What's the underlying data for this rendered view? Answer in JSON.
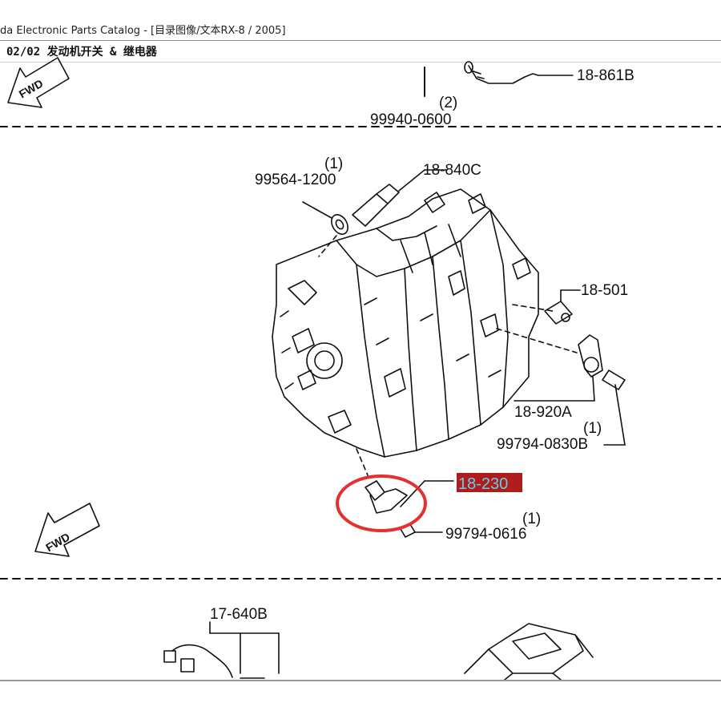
{
  "window": {
    "title": "da Electronic Parts Catalog - [目录图像/文本RX-8 / 2005]"
  },
  "section": {
    "title": "02/02 发动机开关 & 继电器"
  },
  "callouts": {
    "fwd_label": "FWD",
    "part_18_861B": "18-861B",
    "part_99940_0600": "99940-0600",
    "qty_99940_0600": "(2)",
    "part_18_840C": "18-840C",
    "part_99564_1200": "99564-1200",
    "qty_99564_1200": "(1)",
    "part_18_501": "18-501",
    "part_18_920A": "18-920A",
    "qty_99794_0830B": "(1)",
    "part_99794_0830B": "99794-0830B",
    "part_18_230": "18-230",
    "qty_99794_0616": "(1)",
    "part_99794_0616": "99794-0616",
    "part_17_640B": "17-640B"
  },
  "colors": {
    "highlight_bg": "#b01c1c",
    "highlight_text": "#5fd0e6",
    "circle": "#e53030",
    "line": "#111111"
  }
}
